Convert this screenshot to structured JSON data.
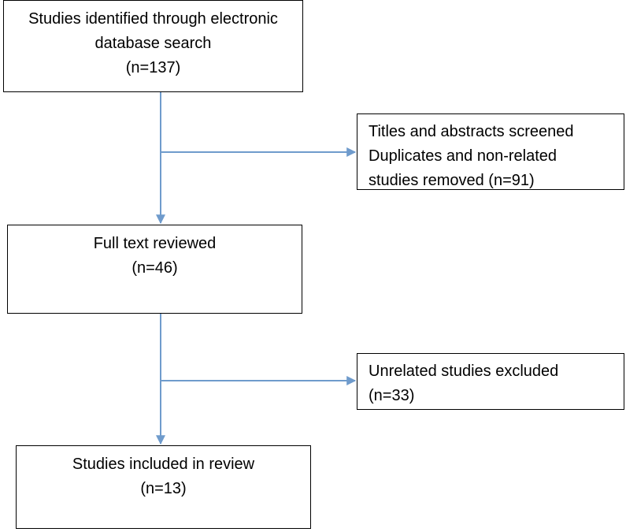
{
  "colors": {
    "arrow": "#6f9bcc",
    "border": "#000000",
    "text": "#000000"
  },
  "boxes": {
    "identified": {
      "lines": [
        "Studies identified through electronic",
        "database search",
        "(n=137)"
      ]
    },
    "screened": {
      "lines": [
        "Titles and abstracts screened",
        "Duplicates and non-related",
        "studies removed (n=91)"
      ]
    },
    "fulltext": {
      "lines": [
        "Full text reviewed",
        "(n=46)"
      ]
    },
    "excluded": {
      "lines": [
        "Unrelated studies excluded",
        "(n=33)"
      ]
    },
    "included": {
      "lines": [
        "Studies included in review",
        "(n=13)"
      ]
    }
  }
}
